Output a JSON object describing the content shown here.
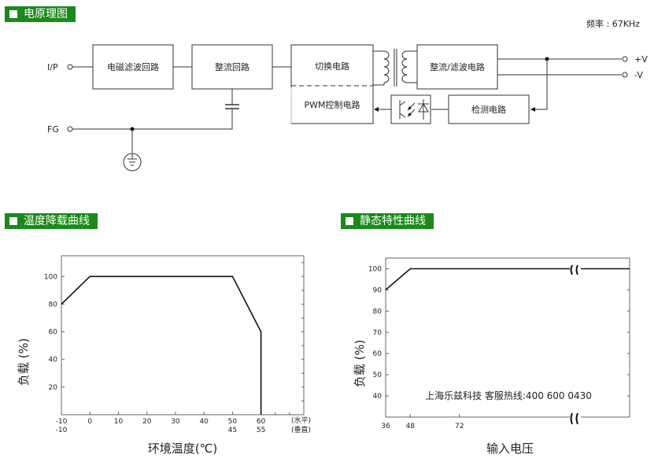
{
  "sections": {
    "schematic": "电原理图",
    "derating": "温度降载曲线",
    "static": "静态特性曲线"
  },
  "frequency": "频率 : 67KHz",
  "blocks": {
    "emi": "电磁滤波回路",
    "rectify": "整流回路",
    "switch": "切换电路",
    "out_rect": "整流/滤波电路",
    "pwm": "PWM控制电路",
    "detect": "检测电路"
  },
  "ports": {
    "ip": "I/P",
    "fg": "FG",
    "vplus": "+V",
    "vminus": "-V"
  },
  "chart_data": [
    {
      "type": "line",
      "title": "温度降载曲线",
      "xlabel": "环境温度(℃)",
      "ylabel": "负载 (%)",
      "x_ticks": [
        "-10",
        "0",
        "10",
        "20",
        "30",
        "40",
        "50",
        "60"
      ],
      "x_ticks_vertical": [
        "-10",
        "",
        "",
        "",
        "",
        "",
        "45",
        "55"
      ],
      "x_tick_note_top": "(水平)",
      "x_tick_note_bottom": "(垂直)",
      "y_ticks": [
        "20",
        "40",
        "60",
        "80",
        "100"
      ],
      "xlim": [
        -10,
        75
      ],
      "ylim": [
        0,
        115
      ],
      "series": [
        {
          "x": [
            -10,
            0,
            50,
            60,
            60
          ],
          "y": [
            80,
            100,
            100,
            60,
            0
          ]
        }
      ]
    },
    {
      "type": "line",
      "title": "静态特性曲线",
      "xlabel": "输入电压",
      "ylabel": "负载 (%)",
      "x_ticks": [
        "36",
        "48",
        "72"
      ],
      "y_ticks": [
        "40",
        "50",
        "60",
        "70",
        "80",
        "90",
        "100"
      ],
      "xlim": [
        36,
        155
      ],
      "ylim": [
        30,
        105
      ],
      "axis_break": true,
      "series": [
        {
          "x": [
            36,
            48,
            155
          ],
          "y": [
            90,
            100,
            100
          ]
        }
      ]
    }
  ],
  "watermark": "上海乐兹科技 客服热线:400 600 0430"
}
